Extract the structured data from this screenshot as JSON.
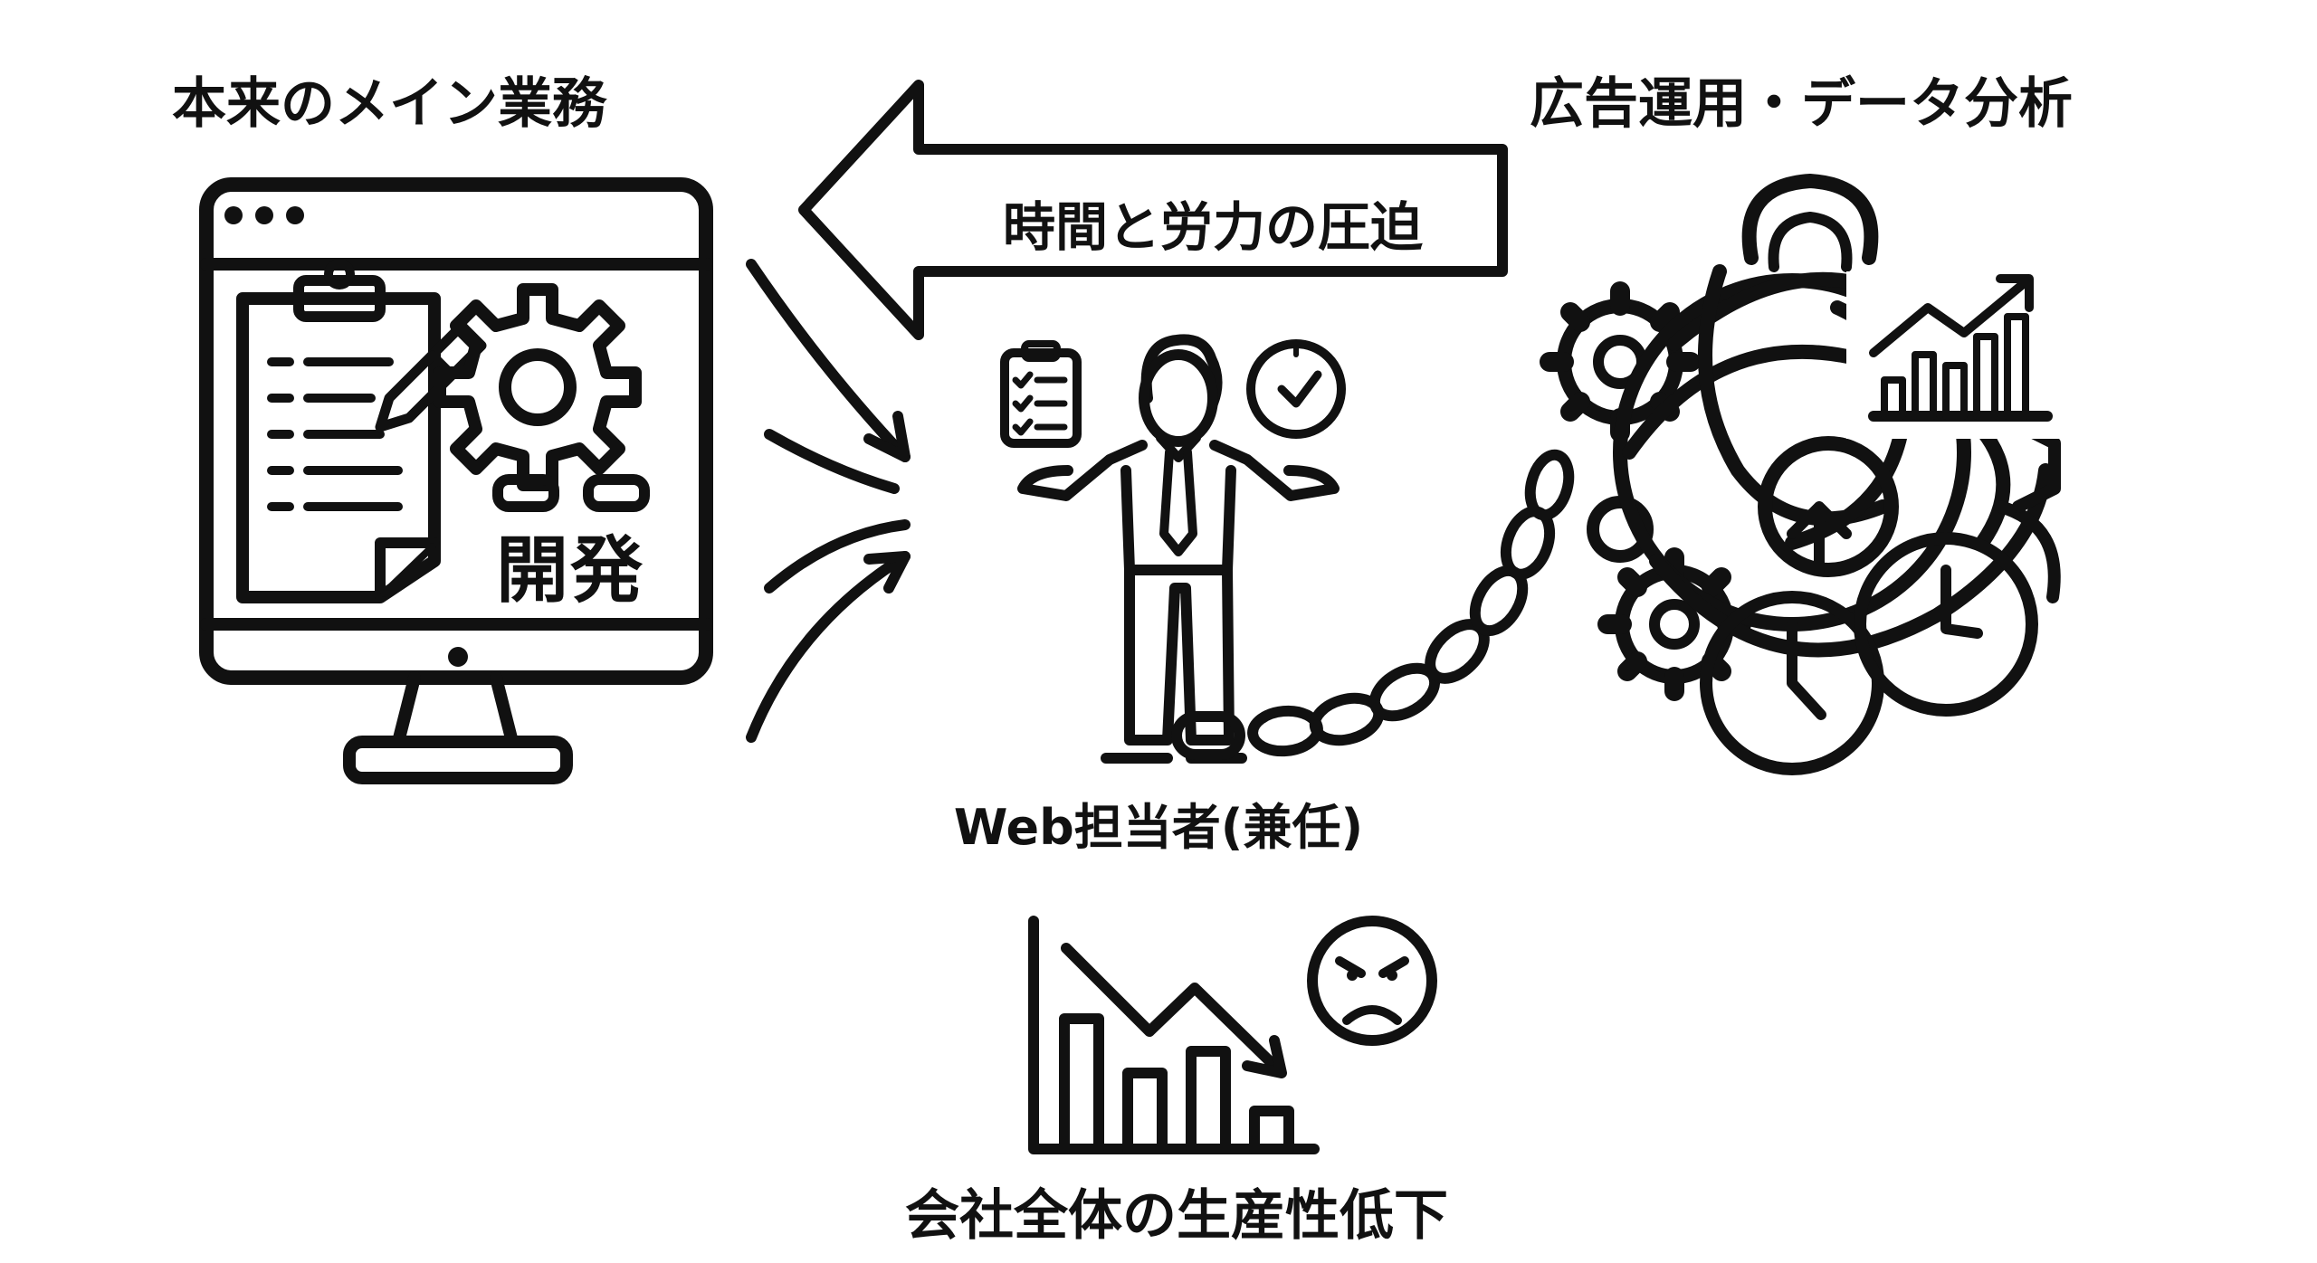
{
  "labels": {
    "main_work": "本来のメイン業務",
    "ad_ops": "広告運用・データ分析",
    "pressure": "時間と労力の圧迫",
    "dev": "開発",
    "web_person": "Web担当者(兼任)",
    "productivity": "会社全体の生産性低下"
  },
  "icons": [
    "monitor-icon",
    "clipboard-icon",
    "pencil-icon",
    "gear-icon",
    "arrow-left-icon",
    "flow-arrows-icon",
    "person-icon",
    "checklist-icon",
    "clock-icon",
    "chain-icon",
    "tangled-gears-clocks-icon",
    "growth-chart-icon",
    "declining-bar-chart-icon",
    "angry-face-icon"
  ],
  "colors": {
    "ink": "#111111",
    "background": "#ffffff"
  }
}
